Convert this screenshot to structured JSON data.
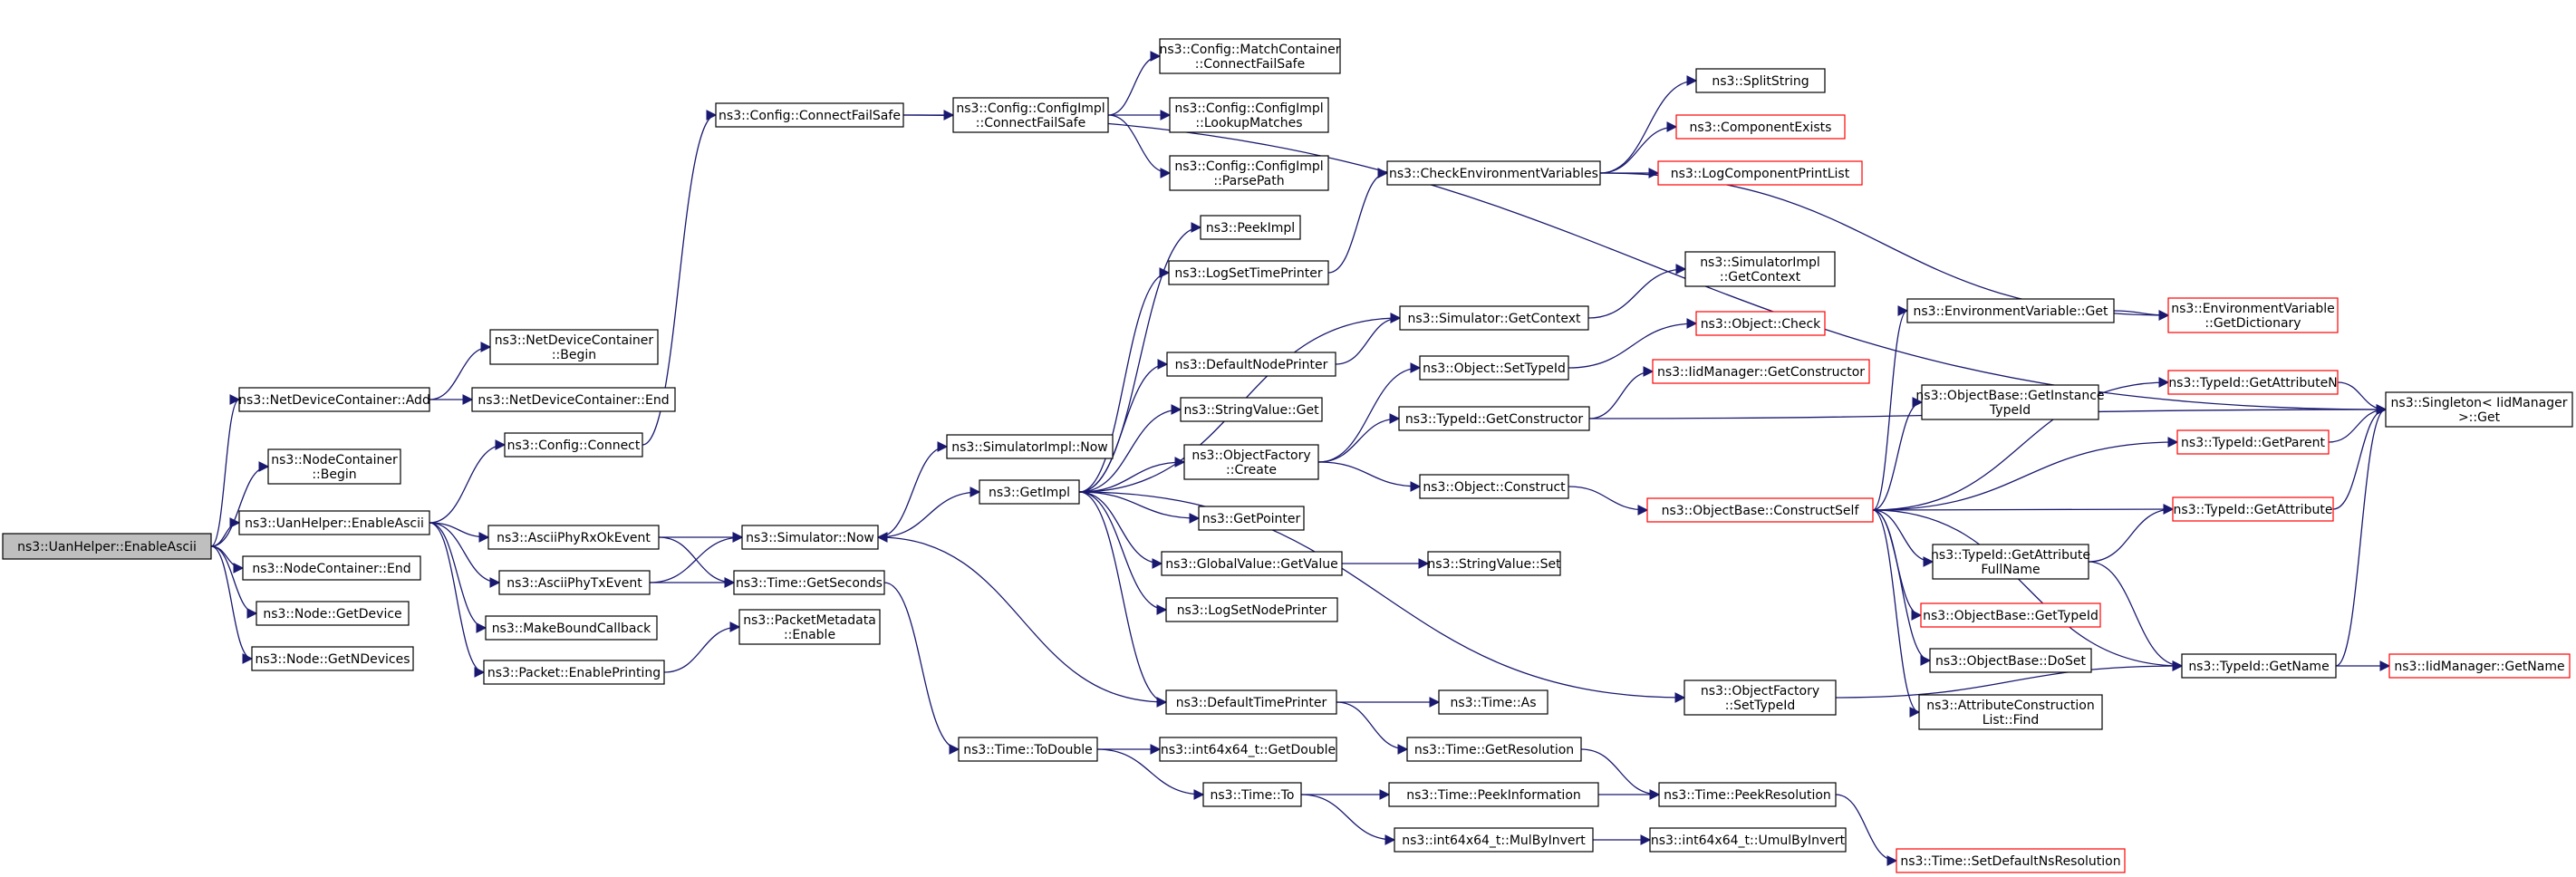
{
  "nodes": [
    {
      "id": "enable-ascii-root",
      "lines": [
        "ns3::UanHelper::EnableAscii"
      ],
      "style": "root"
    },
    {
      "id": "ndc-add",
      "lines": [
        "ns3::NetDeviceContainer::Add"
      ],
      "style": "normal"
    },
    {
      "id": "nodecontainer-begin",
      "lines": [
        "ns3::NodeContainer",
        "::Begin"
      ],
      "style": "normal"
    },
    {
      "id": "uanhelper-enableascii",
      "lines": [
        "ns3::UanHelper::EnableAscii"
      ],
      "style": "normal"
    },
    {
      "id": "nodecontainer-end",
      "lines": [
        "ns3::NodeContainer::End"
      ],
      "style": "normal"
    },
    {
      "id": "node-getdevice",
      "lines": [
        "ns3::Node::GetDevice"
      ],
      "style": "normal"
    },
    {
      "id": "node-getndevices",
      "lines": [
        "ns3::Node::GetNDevices"
      ],
      "style": "normal"
    },
    {
      "id": "ndc-begin",
      "lines": [
        "ns3::NetDeviceContainer",
        "::Begin"
      ],
      "style": "normal"
    },
    {
      "id": "ndc-end",
      "lines": [
        "ns3::NetDeviceContainer::End"
      ],
      "style": "normal"
    },
    {
      "id": "config-connect",
      "lines": [
        "ns3::Config::Connect"
      ],
      "style": "normal"
    },
    {
      "id": "asciiphyrxokevent",
      "lines": [
        "ns3::AsciiPhyRxOkEvent"
      ],
      "style": "normal"
    },
    {
      "id": "asciiphytxevent",
      "lines": [
        "ns3::AsciiPhyTxEvent"
      ],
      "style": "normal"
    },
    {
      "id": "makeboundcallback",
      "lines": [
        "ns3::MakeBoundCallback"
      ],
      "style": "normal"
    },
    {
      "id": "packet-enableprinting",
      "lines": [
        "ns3::Packet::EnablePrinting"
      ],
      "style": "normal"
    },
    {
      "id": "config-connectfailsafe",
      "lines": [
        "ns3::Config::ConnectFailSafe"
      ],
      "style": "normal"
    },
    {
      "id": "simulator-now",
      "lines": [
        "ns3::Simulator::Now"
      ],
      "style": "normal"
    },
    {
      "id": "time-getseconds",
      "lines": [
        "ns3::Time::GetSeconds"
      ],
      "style": "normal"
    },
    {
      "id": "packetmetadata-enable",
      "lines": [
        "ns3::PacketMetadata",
        "::Enable"
      ],
      "style": "normal"
    },
    {
      "id": "configimpl-connectfailsafe",
      "lines": [
        "ns3::Config::ConfigImpl",
        "::ConnectFailSafe"
      ],
      "style": "normal"
    },
    {
      "id": "simulatorimpl-now",
      "lines": [
        "ns3::SimulatorImpl::Now"
      ],
      "style": "normal"
    },
    {
      "id": "getimpl",
      "lines": [
        "ns3::GetImpl"
      ],
      "style": "normal"
    },
    {
      "id": "time-todouble",
      "lines": [
        "ns3::Time::ToDouble"
      ],
      "style": "normal"
    },
    {
      "id": "matchcontainer-connectfailsafe",
      "lines": [
        "ns3::Config::MatchContainer",
        "::ConnectFailSafe"
      ],
      "style": "normal"
    },
    {
      "id": "configimpl-lookupmatches",
      "lines": [
        "ns3::Config::ConfigImpl",
        "::LookupMatches"
      ],
      "style": "normal"
    },
    {
      "id": "configimpl-parsepath",
      "lines": [
        "ns3::Config::ConfigImpl",
        "::ParsePath"
      ],
      "style": "normal"
    },
    {
      "id": "peekimpl",
      "lines": [
        "ns3::PeekImpl"
      ],
      "style": "normal"
    },
    {
      "id": "logsettimeprinter",
      "lines": [
        "ns3::LogSetTimePrinter"
      ],
      "style": "normal"
    },
    {
      "id": "defaultnodeprinter",
      "lines": [
        "ns3::DefaultNodePrinter"
      ],
      "style": "normal"
    },
    {
      "id": "stringvalue-get",
      "lines": [
        "ns3::StringValue::Get"
      ],
      "style": "normal"
    },
    {
      "id": "objectfactory-create",
      "lines": [
        "ns3::ObjectFactory",
        "::Create"
      ],
      "style": "normal"
    },
    {
      "id": "getpointer",
      "lines": [
        "ns3::GetPointer"
      ],
      "style": "normal"
    },
    {
      "id": "globalvalue-getvalue",
      "lines": [
        "ns3::GlobalValue::GetValue"
      ],
      "style": "normal"
    },
    {
      "id": "logsetnodeprinter",
      "lines": [
        "ns3::LogSetNodePrinter"
      ],
      "style": "normal"
    },
    {
      "id": "defaulttimeprinter",
      "lines": [
        "ns3::DefaultTimePrinter"
      ],
      "style": "normal"
    },
    {
      "id": "int64x64-getdouble",
      "lines": [
        "ns3::int64x64_t::GetDouble"
      ],
      "style": "normal"
    },
    {
      "id": "time-to",
      "lines": [
        "ns3::Time::To"
      ],
      "style": "normal"
    },
    {
      "id": "checkenvironmentvariables",
      "lines": [
        "ns3::CheckEnvironmentVariables"
      ],
      "style": "normal"
    },
    {
      "id": "splitstring",
      "lines": [
        "ns3::SplitString"
      ],
      "style": "normal"
    },
    {
      "id": "componentexists",
      "lines": [
        "ns3::ComponentExists"
      ],
      "style": "red"
    },
    {
      "id": "logcomponentprintlist",
      "lines": [
        "ns3::LogComponentPrintList"
      ],
      "style": "red"
    },
    {
      "id": "simulator-getcontext",
      "lines": [
        "ns3::Simulator::GetContext"
      ],
      "style": "normal"
    },
    {
      "id": "simulatorimpl-getcontext",
      "lines": [
        "ns3::SimulatorImpl",
        "::GetContext"
      ],
      "style": "normal"
    },
    {
      "id": "object-settypeid",
      "lines": [
        "ns3::Object::SetTypeId"
      ],
      "style": "normal"
    },
    {
      "id": "typeid-getconstructor",
      "lines": [
        "ns3::TypeId::GetConstructor"
      ],
      "style": "normal"
    },
    {
      "id": "object-construct",
      "lines": [
        "ns3::Object::Construct"
      ],
      "style": "normal"
    },
    {
      "id": "stringvalue-set",
      "lines": [
        "ns3::StringValue::Set"
      ],
      "style": "normal"
    },
    {
      "id": "time-as",
      "lines": [
        "ns3::Time::As"
      ],
      "style": "normal"
    },
    {
      "id": "time-getresolution",
      "lines": [
        "ns3::Time::GetResolution"
      ],
      "style": "normal"
    },
    {
      "id": "time-peekinformation",
      "lines": [
        "ns3::Time::PeekInformation"
      ],
      "style": "normal"
    },
    {
      "id": "int64x64-mulbyinvert",
      "lines": [
        "ns3::int64x64_t::MulByInvert"
      ],
      "style": "normal"
    },
    {
      "id": "object-check",
      "lines": [
        "ns3::Object::Check"
      ],
      "style": "red"
    },
    {
      "id": "iidmanager-getconstructor",
      "lines": [
        "ns3::IidManager::GetConstructor"
      ],
      "style": "red"
    },
    {
      "id": "objectbase-constructself",
      "lines": [
        "ns3::ObjectBase::ConstructSelf"
      ],
      "style": "red"
    },
    {
      "id": "objectfactory-settypeid",
      "lines": [
        "ns3::ObjectFactory",
        "::SetTypeId"
      ],
      "style": "normal"
    },
    {
      "id": "time-peekresolution",
      "lines": [
        "ns3::Time::PeekResolution"
      ],
      "style": "normal"
    },
    {
      "id": "int64x64-umulbyinvert",
      "lines": [
        "ns3::int64x64_t::UmulByInvert"
      ],
      "style": "normal"
    },
    {
      "id": "time-setdefaultnsresolution",
      "lines": [
        "ns3::Time::SetDefaultNsResolution"
      ],
      "style": "red"
    },
    {
      "id": "environmentvariable-get",
      "lines": [
        "ns3::EnvironmentVariable::Get"
      ],
      "style": "normal"
    },
    {
      "id": "environmentvariable-getdictionary",
      "lines": [
        "ns3::EnvironmentVariable",
        "::GetDictionary"
      ],
      "style": "red"
    },
    {
      "id": "objectbase-getinstancetypeid",
      "lines": [
        "ns3::ObjectBase::GetInstance",
        "TypeId"
      ],
      "style": "normal"
    },
    {
      "id": "typeid-getattributefullname",
      "lines": [
        "ns3::TypeId::GetAttribute",
        "FullName"
      ],
      "style": "normal"
    },
    {
      "id": "objectbase-gettypeid",
      "lines": [
        "ns3::ObjectBase::GetTypeId"
      ],
      "style": "red"
    },
    {
      "id": "objectbase-doset",
      "lines": [
        "ns3::ObjectBase::DoSet"
      ],
      "style": "normal"
    },
    {
      "id": "attributeconstructionlist-find",
      "lines": [
        "ns3::AttributeConstruction",
        "List::Find"
      ],
      "style": "normal"
    },
    {
      "id": "typeid-getattributen",
      "lines": [
        "ns3::TypeId::GetAttributeN"
      ],
      "style": "red"
    },
    {
      "id": "typeid-getparent",
      "lines": [
        "ns3::TypeId::GetParent"
      ],
      "style": "red"
    },
    {
      "id": "typeid-getattribute",
      "lines": [
        "ns3::TypeId::GetAttribute"
      ],
      "style": "red"
    },
    {
      "id": "typeid-getname",
      "lines": [
        "ns3::TypeId::GetName"
      ],
      "style": "normal"
    },
    {
      "id": "singleton-iidmanager-get",
      "lines": [
        "ns3::Singleton< IidManager",
        " >::Get"
      ],
      "style": "normal"
    },
    {
      "id": "iidmanager-getname",
      "lines": [
        "ns3::IidManager::GetName"
      ],
      "style": "red"
    }
  ],
  "edges": [
    [
      "enable-ascii-root",
      "ndc-add"
    ],
    [
      "enable-ascii-root",
      "nodecontainer-begin"
    ],
    [
      "enable-ascii-root",
      "uanhelper-enableascii"
    ],
    [
      "enable-ascii-root",
      "nodecontainer-end"
    ],
    [
      "enable-ascii-root",
      "node-getdevice"
    ],
    [
      "enable-ascii-root",
      "node-getndevices"
    ],
    [
      "ndc-add",
      "ndc-begin"
    ],
    [
      "ndc-add",
      "ndc-end"
    ],
    [
      "uanhelper-enableascii",
      "config-connect"
    ],
    [
      "uanhelper-enableascii",
      "asciiphyrxokevent"
    ],
    [
      "uanhelper-enableascii",
      "asciiphytxevent"
    ],
    [
      "uanhelper-enableascii",
      "makeboundcallback"
    ],
    [
      "uanhelper-enableascii",
      "packet-enableprinting"
    ],
    [
      "config-connect",
      "config-connectfailsafe"
    ],
    [
      "asciiphyrxokevent",
      "simulator-now"
    ],
    [
      "asciiphyrxokevent",
      "time-getseconds"
    ],
    [
      "asciiphytxevent",
      "simulator-now"
    ],
    [
      "asciiphytxevent",
      "time-getseconds"
    ],
    [
      "packet-enableprinting",
      "packetmetadata-enable"
    ],
    [
      "config-connectfailsafe",
      "configimpl-connectfailsafe"
    ],
    [
      "config-connectfailsafe",
      "singleton-iidmanager-get"
    ],
    [
      "configimpl-connectfailsafe",
      "matchcontainer-connectfailsafe"
    ],
    [
      "configimpl-connectfailsafe",
      "configimpl-lookupmatches"
    ],
    [
      "configimpl-connectfailsafe",
      "configimpl-parsepath"
    ],
    [
      "simulator-now",
      "simulatorimpl-now"
    ],
    [
      "simulator-now",
      "getimpl"
    ],
    [
      "time-getseconds",
      "time-todouble"
    ],
    [
      "getimpl",
      "peekimpl"
    ],
    [
      "getimpl",
      "logsettimeprinter"
    ],
    [
      "getimpl",
      "simulator-getcontext"
    ],
    [
      "getimpl",
      "defaultnodeprinter"
    ],
    [
      "getimpl",
      "stringvalue-get"
    ],
    [
      "getimpl",
      "objectfactory-create"
    ],
    [
      "getimpl",
      "getpointer"
    ],
    [
      "getimpl",
      "globalvalue-getvalue"
    ],
    [
      "getimpl",
      "logsetnodeprinter"
    ],
    [
      "getimpl",
      "defaulttimeprinter"
    ],
    [
      "getimpl",
      "objectfactory-settypeid"
    ],
    [
      "defaulttimeprinter",
      "simulator-now"
    ],
    [
      "defaulttimeprinter",
      "time-as"
    ],
    [
      "defaulttimeprinter",
      "time-getresolution"
    ],
    [
      "logsettimeprinter",
      "checkenvironmentvariables"
    ],
    [
      "checkenvironmentvariables",
      "splitstring"
    ],
    [
      "checkenvironmentvariables",
      "componentexists"
    ],
    [
      "checkenvironmentvariables",
      "logcomponentprintlist"
    ],
    [
      "checkenvironmentvariables",
      "environmentvariable-getdictionary"
    ],
    [
      "simulator-getcontext",
      "simulatorimpl-getcontext"
    ],
    [
      "defaultnodeprinter",
      "simulator-getcontext"
    ],
    [
      "objectfactory-create",
      "object-settypeid"
    ],
    [
      "objectfactory-create",
      "typeid-getconstructor"
    ],
    [
      "objectfactory-create",
      "object-construct"
    ],
    [
      "object-settypeid",
      "object-check"
    ],
    [
      "typeid-getconstructor",
      "iidmanager-getconstructor"
    ],
    [
      "typeid-getconstructor",
      "singleton-iidmanager-get"
    ],
    [
      "object-construct",
      "objectbase-constructself"
    ],
    [
      "globalvalue-getvalue",
      "stringvalue-set"
    ],
    [
      "time-todouble",
      "int64x64-getdouble"
    ],
    [
      "time-todouble",
      "time-to"
    ],
    [
      "time-to",
      "time-peekinformation"
    ],
    [
      "time-to",
      "int64x64-mulbyinvert"
    ],
    [
      "time-getresolution",
      "time-peekresolution"
    ],
    [
      "time-peekinformation",
      "time-peekresolution"
    ],
    [
      "int64x64-mulbyinvert",
      "int64x64-umulbyinvert"
    ],
    [
      "time-peekresolution",
      "time-setdefaultnsresolution"
    ],
    [
      "objectfactory-settypeid",
      "typeid-getname"
    ],
    [
      "objectbase-constructself",
      "environmentvariable-get"
    ],
    [
      "objectbase-constructself",
      "objectbase-getinstancetypeid"
    ],
    [
      "objectbase-constructself",
      "typeid-getattributen"
    ],
    [
      "objectbase-constructself",
      "typeid-getparent"
    ],
    [
      "objectbase-constructself",
      "typeid-getattribute"
    ],
    [
      "objectbase-constructself",
      "typeid-getattributefullname"
    ],
    [
      "objectbase-constructself",
      "objectbase-gettypeid"
    ],
    [
      "objectbase-constructself",
      "objectbase-doset"
    ],
    [
      "objectbase-constructself",
      "attributeconstructionlist-find"
    ],
    [
      "objectbase-constructself",
      "typeid-getname"
    ],
    [
      "environmentvariable-get",
      "environmentvariable-getdictionary"
    ],
    [
      "typeid-getattributen",
      "singleton-iidmanager-get"
    ],
    [
      "typeid-getparent",
      "singleton-iidmanager-get"
    ],
    [
      "typeid-getattribute",
      "singleton-iidmanager-get"
    ],
    [
      "typeid-getattributefullname",
      "typeid-getattribute"
    ],
    [
      "typeid-getattributefullname",
      "typeid-getname"
    ],
    [
      "typeid-getname",
      "singleton-iidmanager-get"
    ],
    [
      "typeid-getname",
      "iidmanager-getname"
    ]
  ],
  "colors": {
    "edge": "#191970",
    "node_border": "#000000",
    "red_border": "#ff0000",
    "root_fill": "#bfbfbf",
    "node_fill": "#ffffff",
    "text": "#000000"
  }
}
